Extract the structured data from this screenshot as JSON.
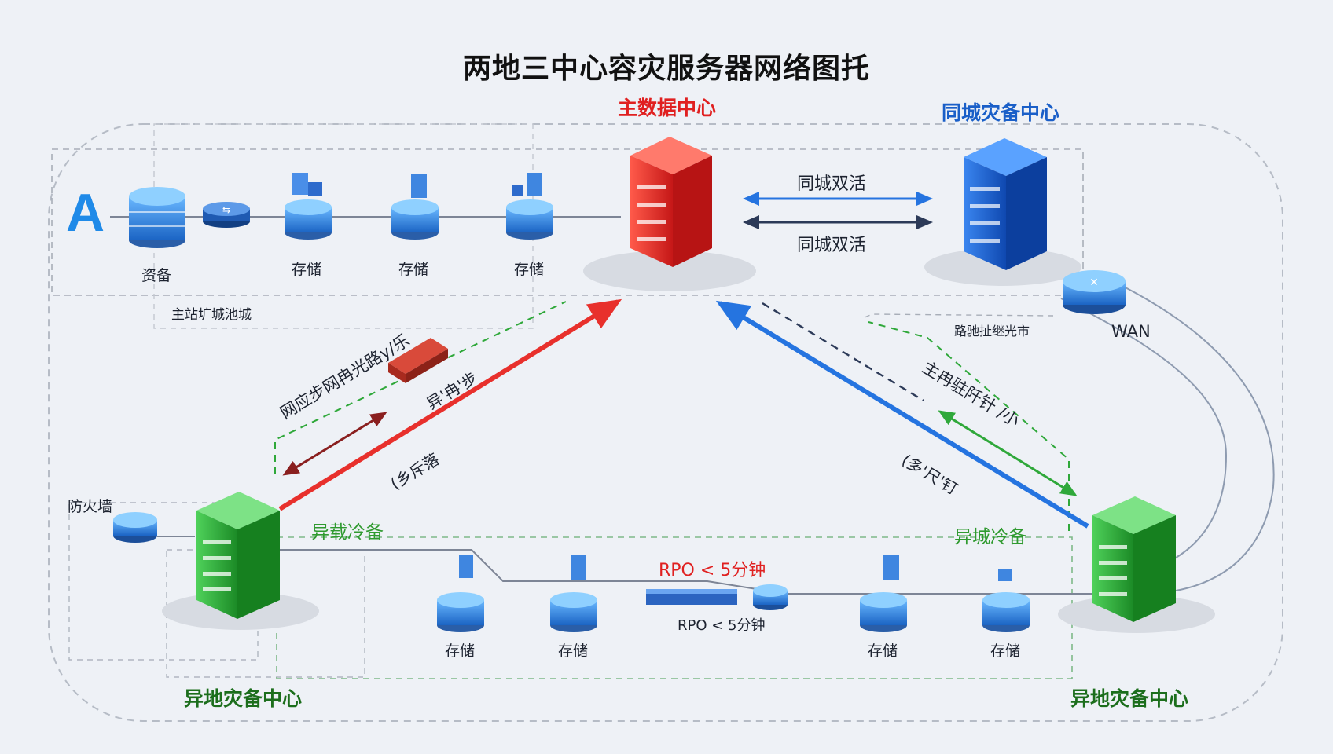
{
  "title": "两地三中心容灾服务器网络图托",
  "centers": {
    "primary": "主数据中心",
    "same_city": "同城灾备中心",
    "remote_left": "异地灾备中心",
    "remote_right": "异地灾备中心"
  },
  "top_row": {
    "letter": "A",
    "node_labels": [
      "资备",
      "存储",
      "存储",
      "存储"
    ],
    "region_label": "主站圹城池城"
  },
  "links": {
    "active_active_1": "同城双活",
    "active_active_2": "同城双活",
    "left_diag_top": "网应步网冉光路y/乐",
    "left_diag_sub": "异'冉'步",
    "left_diag_red": "(乡斥落",
    "right_diag_top": "主冉驻阡针 /小",
    "right_diag_blue": "(多'尺'钉",
    "right_route": "路驰扯继光市",
    "wan": "WAN"
  },
  "bottom": {
    "firewall": "防火墙",
    "cold_left": "异载冷备",
    "cold_right": "异城冷备",
    "rpo_red": "RPO < 5分钟",
    "rpo_black": "RPO < 5分钟",
    "storage_labels": [
      "存储",
      "存储",
      "存储",
      "存储"
    ]
  },
  "colors": {
    "red_server": "#e8302c",
    "blue_server": "#1a63d6",
    "green_server": "#2fb23a",
    "red_line": "#e8302c",
    "blue_line": "#2574e0",
    "green_line": "#2fa83a",
    "dark_line": "#2c3a58",
    "maroon_line": "#8a1f1f"
  },
  "icons": [
    "router-icon",
    "switch-icon",
    "server-rack-icon",
    "storage-icon",
    "firewall-icon"
  ]
}
